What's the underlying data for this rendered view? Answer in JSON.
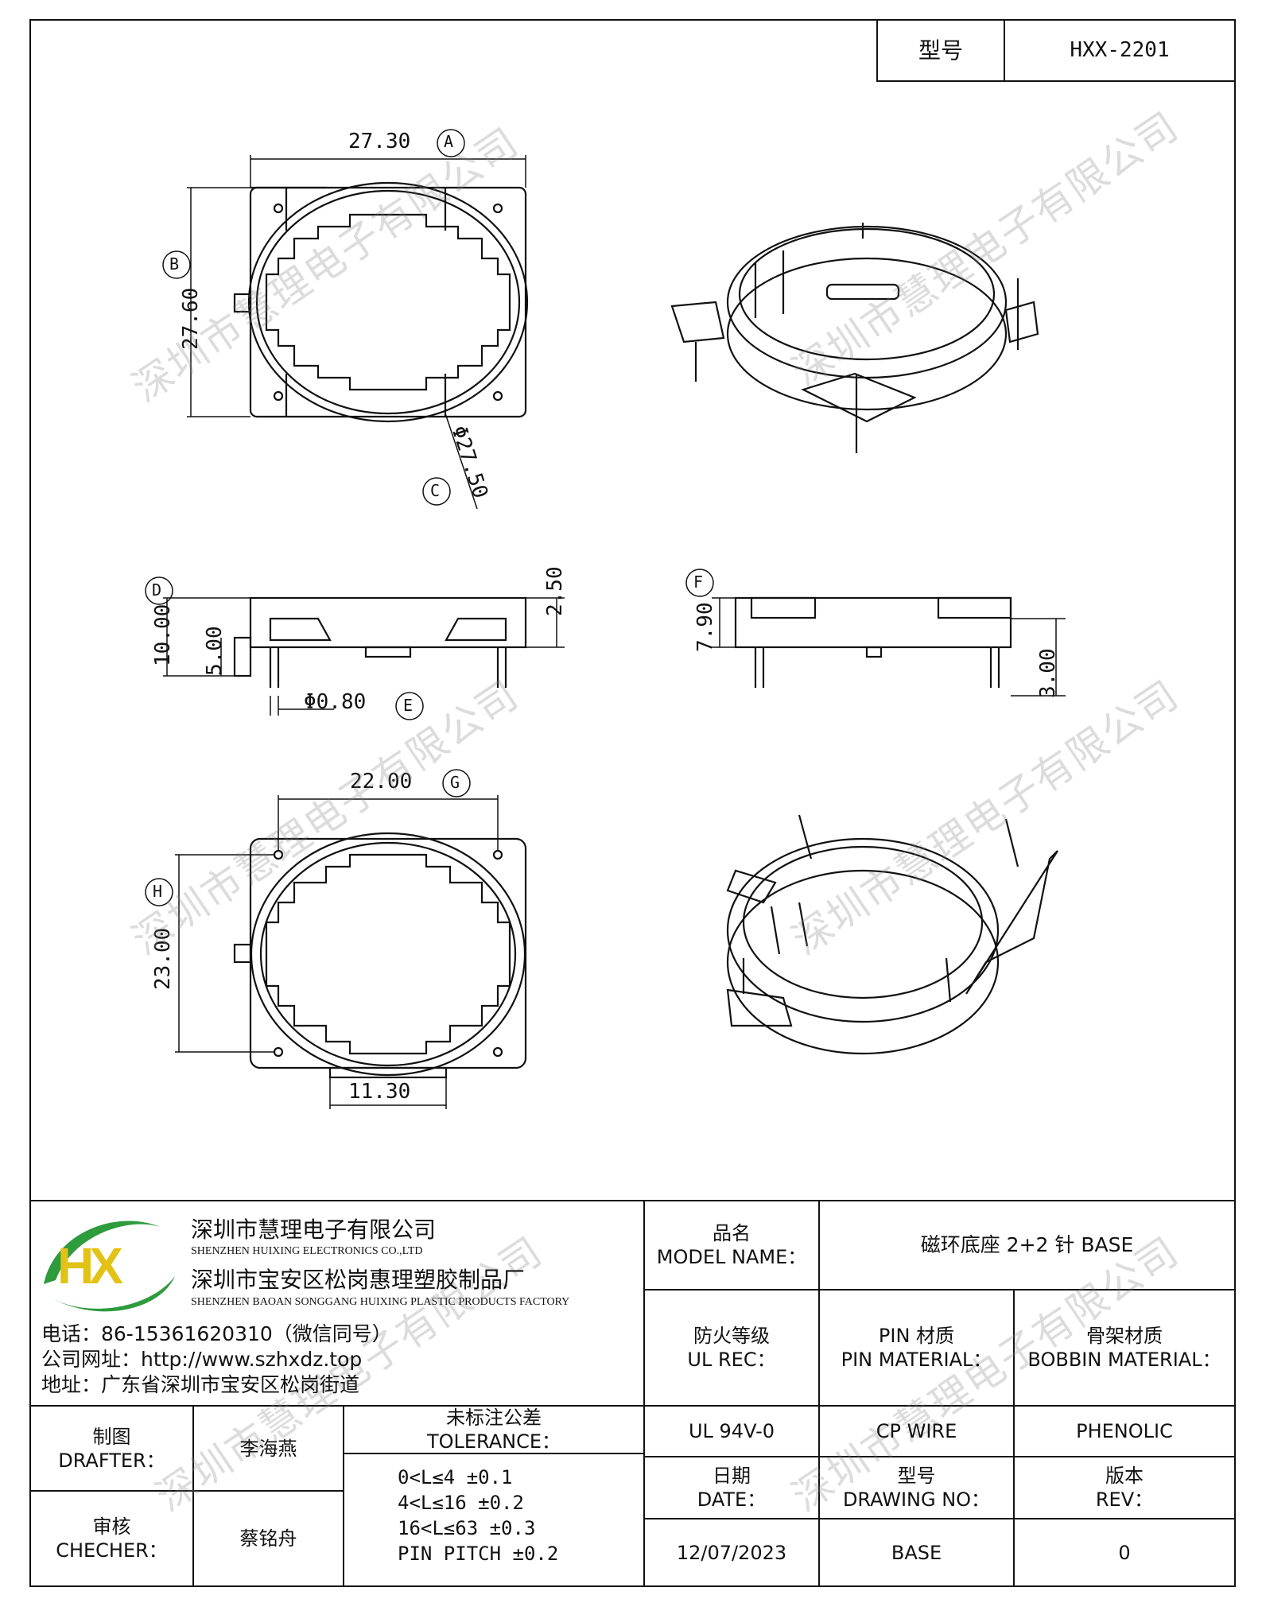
{
  "header": {
    "model_label": "型号",
    "model_value": "HXX-2201"
  },
  "dimensions": {
    "A": "27.30",
    "A_tag": "A",
    "B": "27.60",
    "B_tag": "B",
    "C": "Φ27.50",
    "C_tag": "C",
    "D": "10.00",
    "D_tag": "D",
    "d5": "5.00",
    "d250": "2.50",
    "E": "Φ0.80",
    "E_tag": "E",
    "F": "7.90",
    "F_tag": "F",
    "d300": "3.00",
    "G": "22.00",
    "G_tag": "G",
    "H": "23.00",
    "H_tag": "H",
    "d1130": "11.30"
  },
  "watermark": "深圳市慧理电子有限公司",
  "company": {
    "logo_text": "HX",
    "name_cn": "深圳市慧理电子有限公司",
    "name_en": "SHENZHEN HUIXING ELECTRONICS CO.,LTD",
    "factory_cn": "深圳市宝安区松岗惠理塑胶制品厂",
    "factory_en": "SHENZHEN BAOAN SONGGANG HUIXING PLASTIC PRODUCTS FACTORY",
    "phone": "电话：86-15361620310（微信同号）",
    "website": "公司网址：http://www.szhxdz.top",
    "address": "地址：广东省深圳市宝安区松岗街道"
  },
  "title_block": {
    "model_name_label": "品名\nMODEL NAME：",
    "model_name_value": "磁环底座 2+2 针 BASE",
    "ul_label": "防火等级\nUL REC：",
    "pin_label": "PIN 材质\nPIN MATERIAL：",
    "bobbin_label": "骨架材质\nBOBBIN MATERIAL：",
    "ul_value": "UL 94V-0",
    "pin_value": "CP WIRE",
    "bobbin_value": "PHENOLIC",
    "date_label": "日期\nDATE：",
    "drawing_label": "型号\nDRAWING NO：",
    "rev_label": "版本\nREV：",
    "date_value": "12/07/2023",
    "drawing_value": "BASE",
    "rev_value": "0",
    "drafter_label": "制图\nDRAFTER：",
    "drafter_value": "李海燕",
    "checker_label": "审核\nCHECHER：",
    "checker_value": "蔡铭舟",
    "tolerance_label": "未标注公差\nTOLERANCE：",
    "tolerance_lines": [
      "0<L≤4  ±0.1",
      "4<L≤16 ±0.2",
      "16<L≤63 ±0.3",
      "PIN PITCH ±0.2"
    ]
  }
}
